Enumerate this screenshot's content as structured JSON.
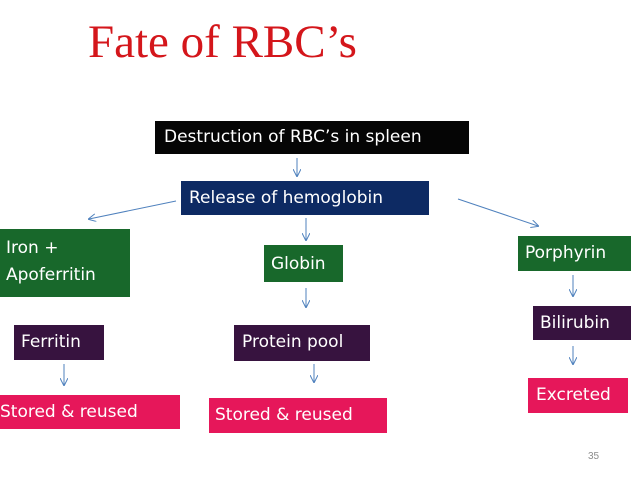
{
  "slide": {
    "title": "Fate of RBC’s",
    "page_number": "35"
  },
  "nodes": {
    "destruction": "Destruction of RBC’s in spleen",
    "release": "Release of hemoglobin",
    "iron_line1": "Iron +",
    "iron_line2": "Apoferritin",
    "globin": "Globin",
    "porphyrin": "Porphyrin",
    "ferritin": "Ferritin",
    "protein_pool": "Protein pool",
    "bilirubin": "Bilirubin",
    "stored_reused_1": "Stored & reused",
    "stored_reused_2": "Stored & reused",
    "excreted": "Excreted"
  },
  "colors": {
    "title": "#d4161b",
    "box_black": "#050505",
    "box_navy": "#0d2a63",
    "box_green": "#18682b",
    "box_purple": "#37133f",
    "box_pink": "#e6175a",
    "arrow": "#4f81bd"
  }
}
